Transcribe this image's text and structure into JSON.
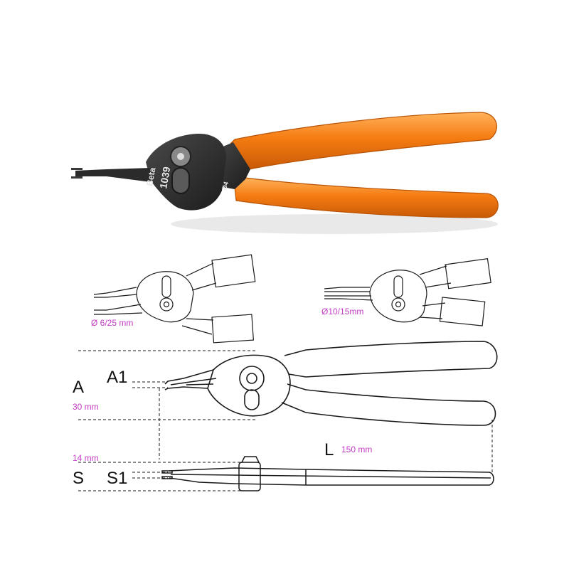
{
  "product_photo": {
    "brand_mark": "Beta",
    "model_number": "1039",
    "handle_marking": "Ø4"
  },
  "dimensions": {
    "A": {
      "letter": "A",
      "value": "30 mm"
    },
    "A1": {
      "letter": "A1"
    },
    "L": {
      "letter": "L",
      "value": "150 mm"
    },
    "S": {
      "letter": "S",
      "value": "14 mm"
    },
    "S1": {
      "letter": "S1"
    }
  },
  "tip_variants": [
    {
      "label": "Ø 6/25 mm"
    },
    {
      "label": "Ø10/15mm"
    }
  ],
  "colors": {
    "handle": "#f57c12",
    "metal": "#2b2b2b",
    "line": "#1a1a1a",
    "accent_text": "#c43cc4"
  }
}
